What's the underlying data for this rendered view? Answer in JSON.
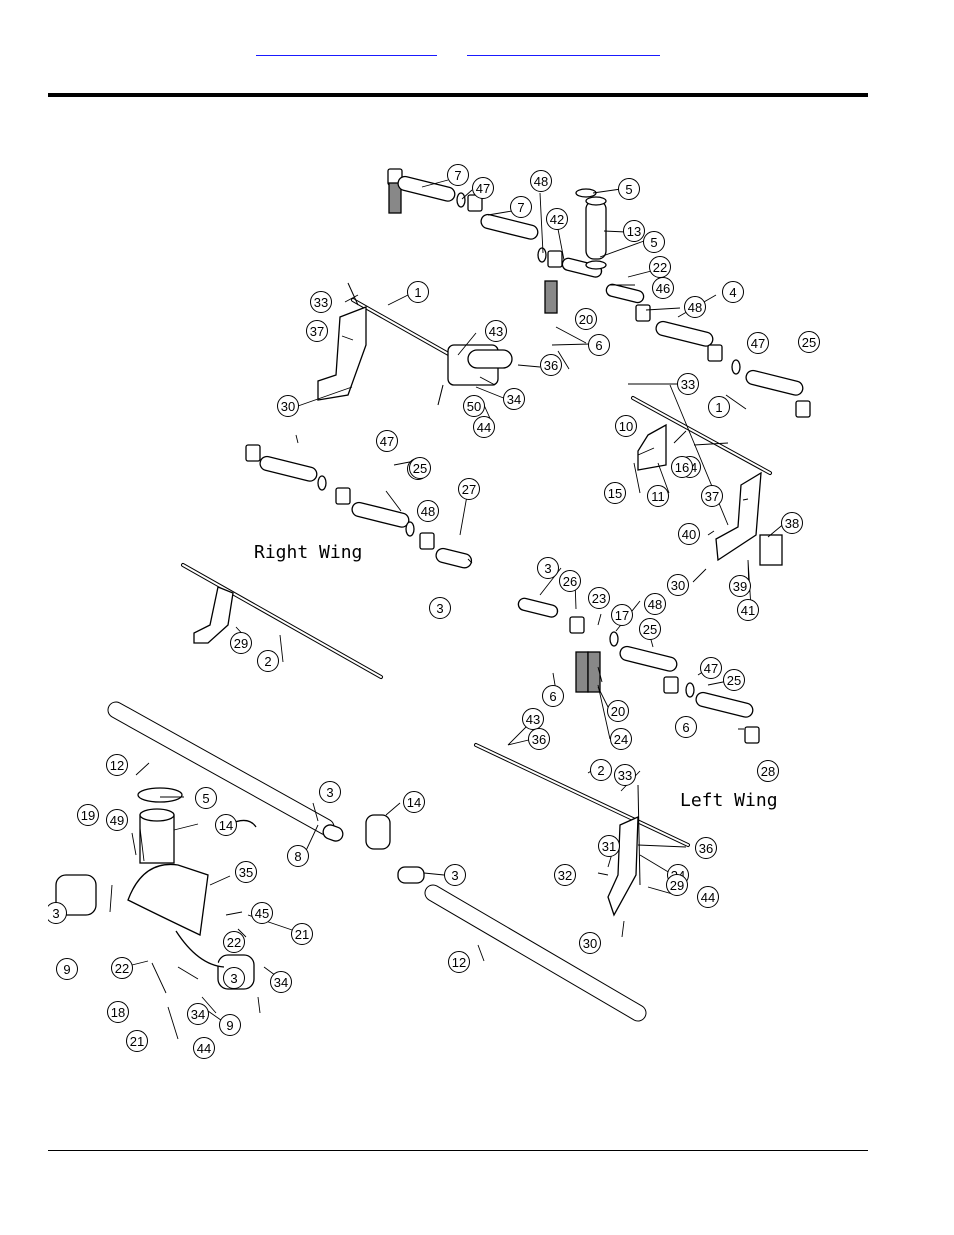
{
  "header": {
    "link1": "",
    "link2": ""
  },
  "labels": {
    "right_wing": "Right Wing",
    "left_wing": "Left Wing"
  },
  "callouts": [
    "7",
    "47",
    "7",
    "48",
    "5",
    "13",
    "42",
    "5",
    "22",
    "46",
    "48",
    "4",
    "33",
    "1",
    "37",
    "43",
    "36",
    "20",
    "6",
    "47",
    "25",
    "30",
    "50",
    "34",
    "44",
    "33",
    "1",
    "10",
    "44",
    "15",
    "11",
    "16",
    "25",
    "47",
    "25",
    "48",
    "27",
    "37",
    "40",
    "38",
    "30",
    "39",
    "41",
    "3",
    "Right Wing",
    "29",
    "2",
    "3",
    "26",
    "23",
    "17",
    "48",
    "25",
    "47",
    "25",
    "6",
    "20",
    "24",
    "6",
    "28",
    "43",
    "36",
    "12",
    "2",
    "33",
    "19",
    "49",
    "5",
    "14",
    "3",
    "14",
    "8",
    "3",
    "36",
    "31",
    "34",
    "32",
    "29",
    "44",
    "35",
    "45",
    "3",
    "22",
    "21",
    "30",
    "9",
    "22",
    "34",
    "12",
    "18",
    "34",
    "9",
    "21",
    "44",
    "3"
  ]
}
